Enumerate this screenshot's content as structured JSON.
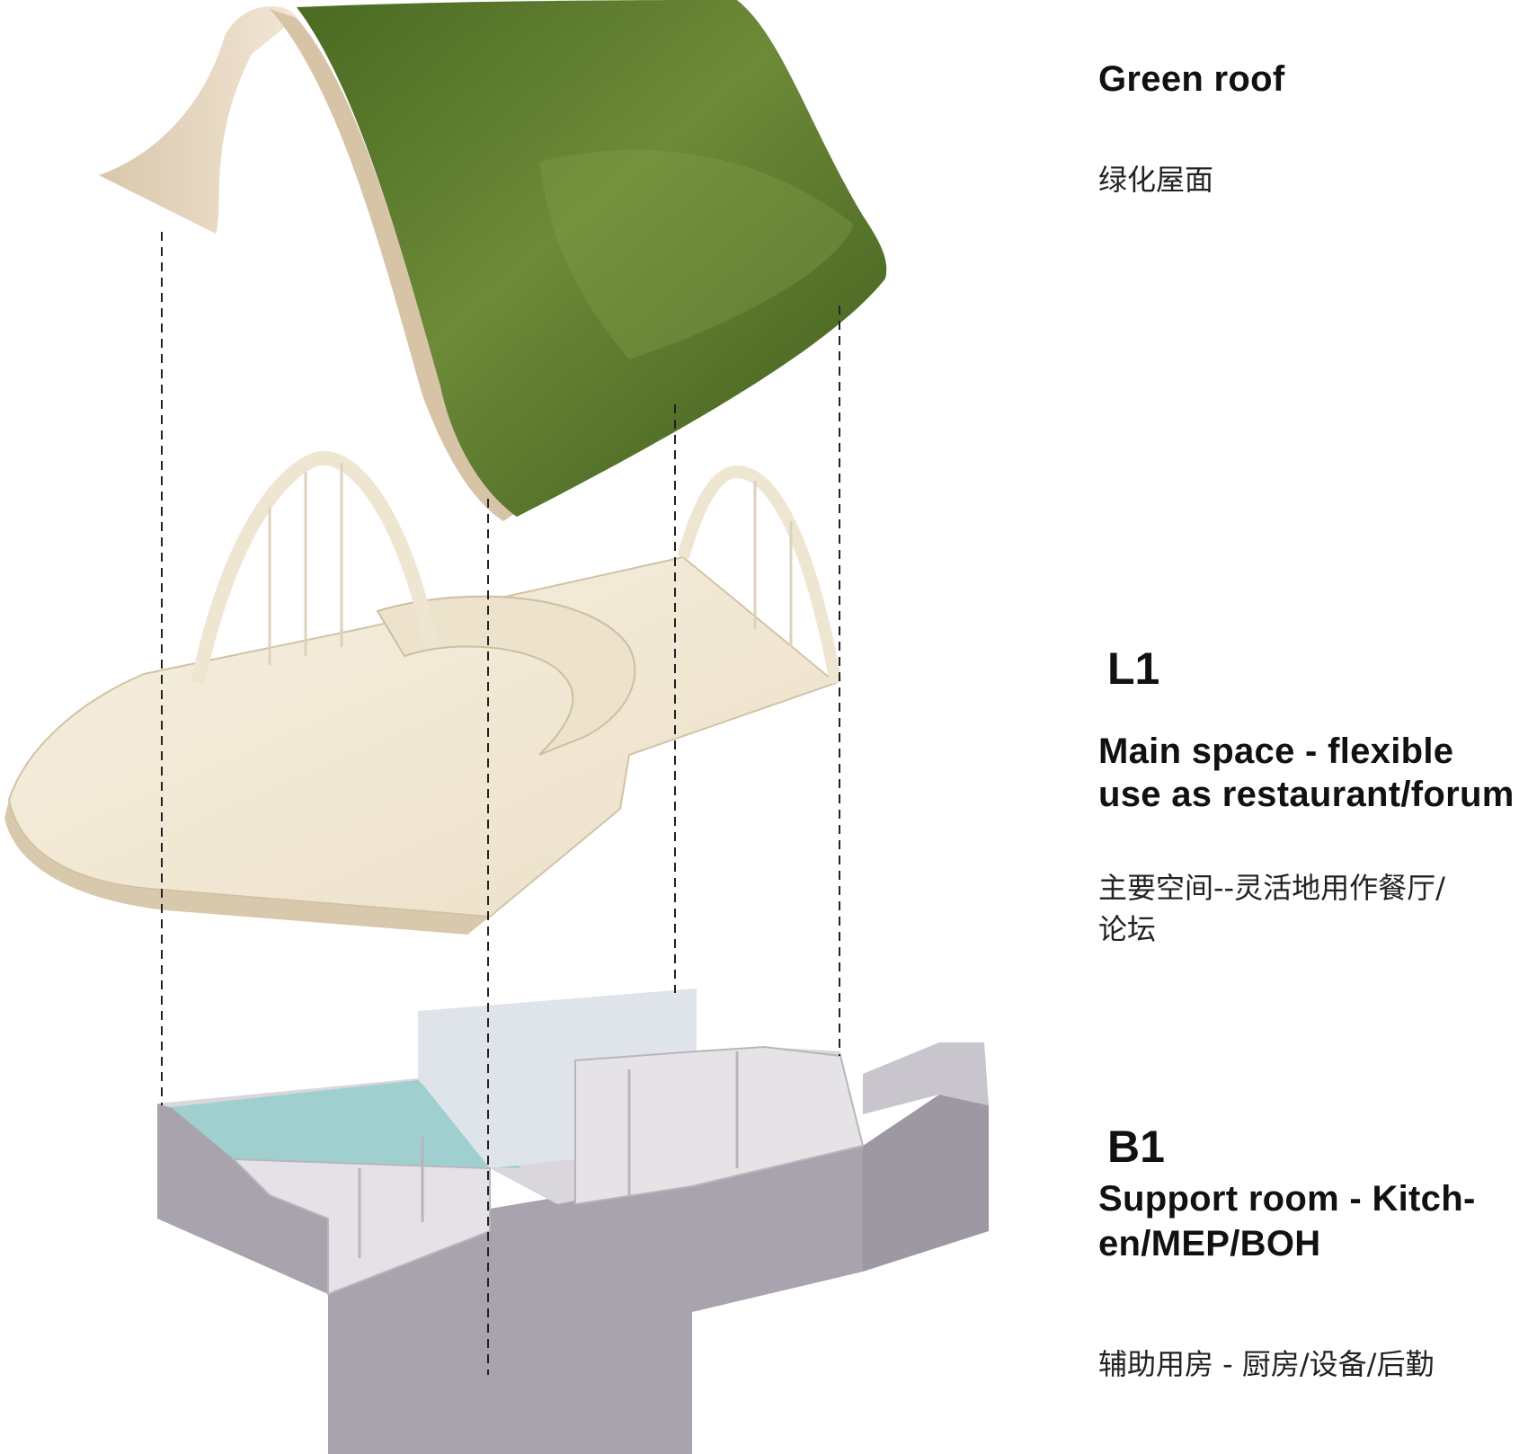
{
  "layers": {
    "roof": {
      "title": "Green roof",
      "subtitle_cn": "绿化屋面"
    },
    "l1": {
      "level": "L1",
      "title_line1": "Main space - flexible",
      "title_line2": "use as restaurant/forum",
      "subtitle_cn_line1": "主要空间--灵活地用作餐厅/",
      "subtitle_cn_line2": "论坛"
    },
    "b1": {
      "level": "B1",
      "title_line1": "Support room - Kitch-",
      "title_line2": "en/MEP/BOH",
      "subtitle_cn": "辅助用房 - 厨房/设备/后勤"
    }
  },
  "colors": {
    "roof_green": "#5e7a30",
    "roof_green_dark": "#3f5a1f",
    "roof_underside": "#e8d8c2",
    "l1_floor": "#f3ebd9",
    "b1_wall": "#a9a4ad",
    "b1_pool": "#9fd0cf",
    "b1_glass": "#dfe4ea"
  }
}
